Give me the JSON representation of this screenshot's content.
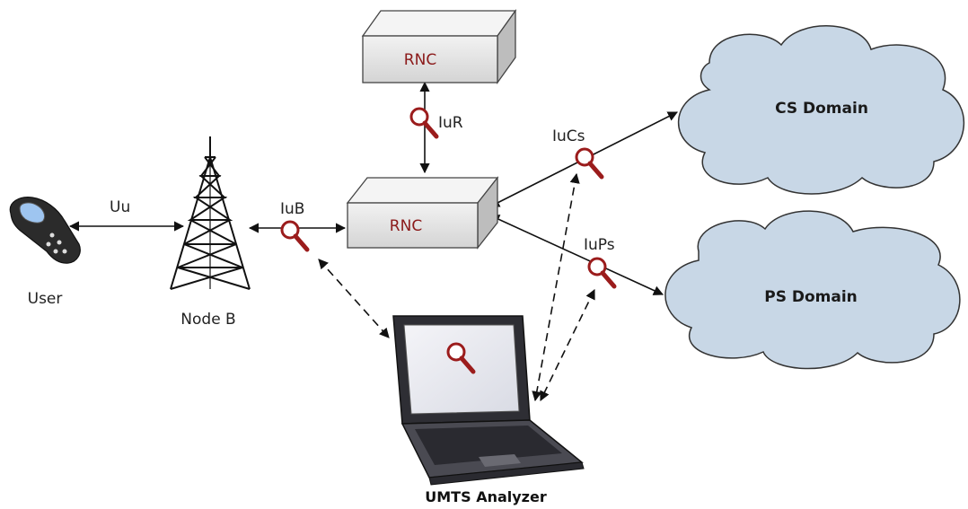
{
  "nodes": {
    "user": "User",
    "node_b": "Node B",
    "rnc_top": "RNC",
    "rnc_main": "RNC",
    "cs_domain": "CS Domain",
    "ps_domain": "PS Domain",
    "analyzer": "UMTS Analyzer"
  },
  "interfaces": {
    "uu": "Uu",
    "iub": "IuB",
    "iur": "IuR",
    "iucs": "IuCs",
    "iups": "IuPs"
  },
  "colors": {
    "cloud_fill": "#c8d7e6",
    "box_fill": "#e6e6e6",
    "probe": "#9b1c1c",
    "rnc_text": "#8b1a1a"
  }
}
